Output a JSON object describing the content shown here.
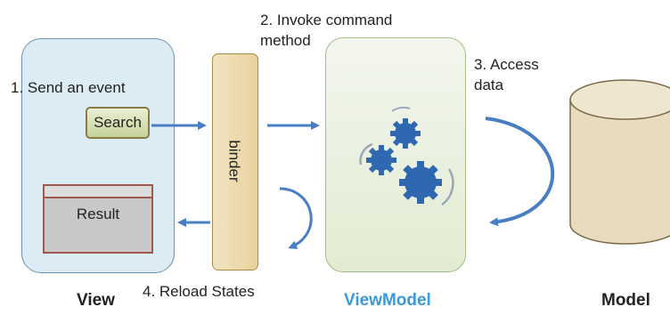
{
  "labels": {
    "step1": "1. Send an event",
    "step2_line1": "2. Invoke command",
    "step2_line2": "method",
    "step3_line1": "3. Access",
    "step3_line2": "data",
    "step4": "4. Reload States"
  },
  "view": {
    "title": "View",
    "search_button": "Search",
    "result_label": "Result"
  },
  "binder": {
    "label": "binder"
  },
  "viewmodel": {
    "title": "ViewModel",
    "title_color": "#3a9ad9"
  },
  "model": {
    "title": "Model"
  },
  "colors": {
    "arrow": "#4a7ec4",
    "gear": "#2f67b1"
  },
  "icons": [
    "gears-icon",
    "database-icon"
  ]
}
